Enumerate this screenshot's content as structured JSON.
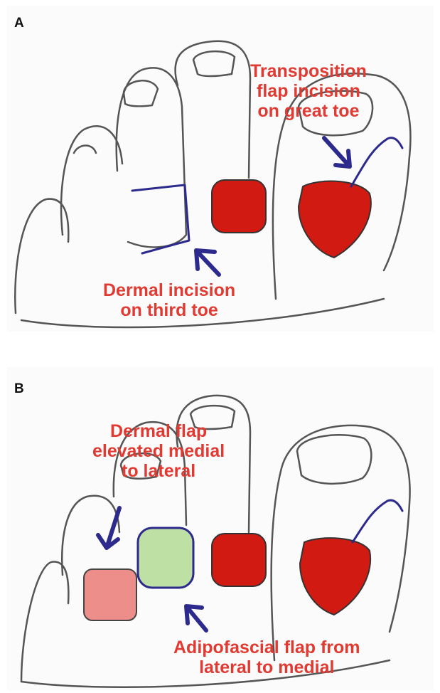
{
  "panels": [
    {
      "letter": "A",
      "labels": {
        "great_toe": [
          "Transposition",
          "flap incision",
          "on great toe"
        ],
        "third_toe": [
          "Dermal incision",
          "on third toe"
        ]
      }
    },
    {
      "letter": "B",
      "labels": {
        "dermal_flap": [
          "Dermal flap",
          "elevated medial",
          "to lateral"
        ],
        "adipofascial_flap": [
          "Adipofascial flap from",
          "lateral to medial"
        ]
      }
    }
  ],
  "colors": {
    "label": "#e03a32",
    "wound": "#d11a12",
    "incision": "#2c2a8c",
    "dermal_flap": "#ee8e8b",
    "adipofascial_flap": "#bfe0a4",
    "sketch": "#555555"
  }
}
